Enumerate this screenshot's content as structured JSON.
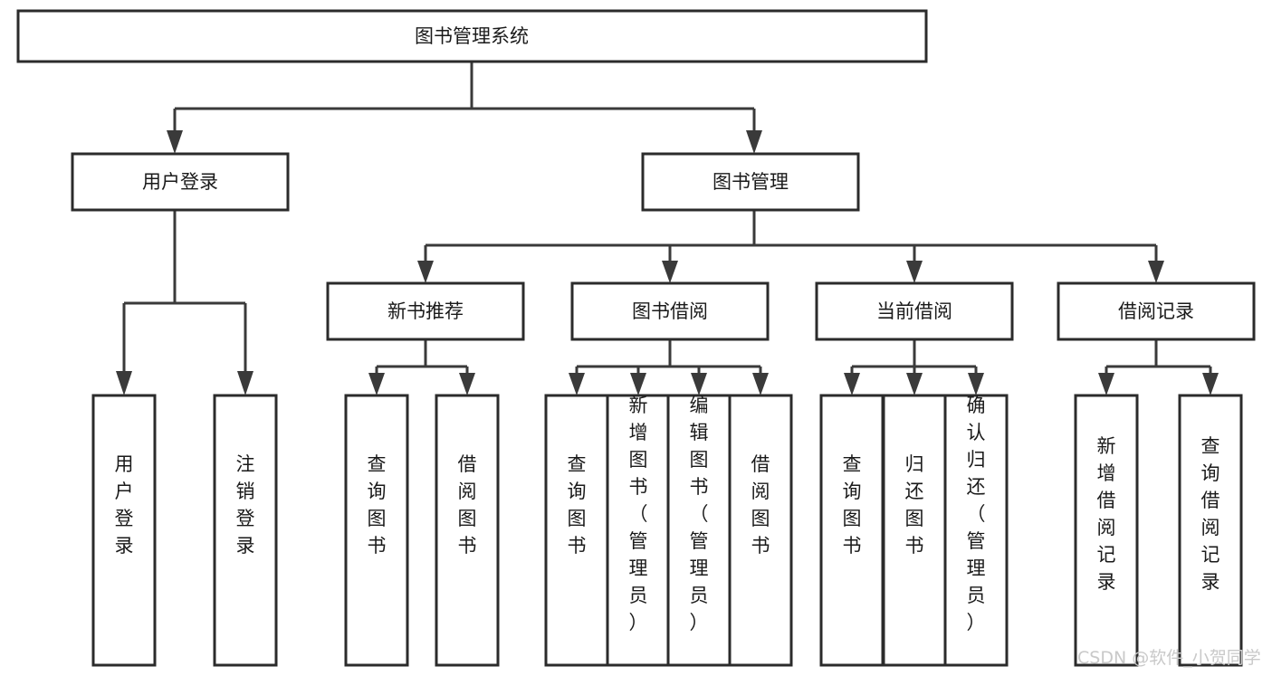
{
  "diagram": {
    "type": "tree-hierarchy-diagram",
    "title": "图书管理系统",
    "colors": {
      "box_fill": "#ffffff",
      "box_stroke": "#2b2b2b",
      "connector": "#3a3a3a",
      "text": "#1a1a1a",
      "watermark": "#c9c9c9",
      "background": "#ffffff"
    },
    "root": {
      "label": "图书管理系统"
    },
    "level2": [
      {
        "label": "用户登录"
      },
      {
        "label": "图书管理"
      }
    ],
    "level3": [
      {
        "label": "新书推荐"
      },
      {
        "label": "图书借阅"
      },
      {
        "label": "当前借阅"
      },
      {
        "label": "借阅记录"
      }
    ],
    "leaves": {
      "user_login": [
        {
          "label": "用户登录"
        },
        {
          "label": "注销登录"
        }
      ],
      "new_book_recommend": [
        {
          "label": "查询图书"
        },
        {
          "label": "借阅图书"
        }
      ],
      "book_borrow": [
        {
          "label": "查询图书"
        },
        {
          "label": "新增图书（管理员）"
        },
        {
          "label": "编辑图书（管理员）"
        },
        {
          "label": "借阅图书"
        }
      ],
      "current_borrow": [
        {
          "label": "查询图书"
        },
        {
          "label": "归还图书"
        },
        {
          "label": "确认归还（管理员）"
        }
      ],
      "borrow_record": [
        {
          "label": "新增借阅记录"
        },
        {
          "label": "查询借阅记录"
        }
      ]
    }
  },
  "watermark": {
    "text": "CSDN @软件_小贺同学"
  }
}
